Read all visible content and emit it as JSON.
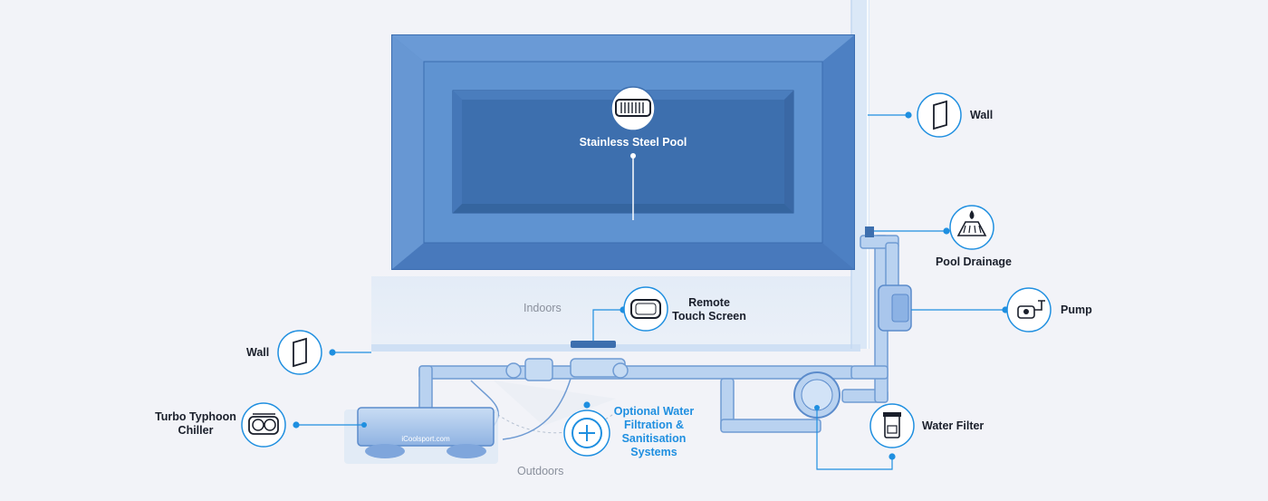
{
  "pool": {
    "label": "Stainless Steel Pool"
  },
  "zones": {
    "indoors": "Indoors",
    "outdoors": "Outdoors"
  },
  "callouts": {
    "wall_right": {
      "label": "Wall",
      "icon": "wall-panel-icon"
    },
    "pool_drainage": {
      "label": "Pool Drainage",
      "icon": "drainage-icon"
    },
    "pump": {
      "label": "Pump",
      "icon": "pump-icon"
    },
    "water_filter": {
      "label": "Water Filter",
      "icon": "filter-canister-icon"
    },
    "remote": {
      "line1": "Remote",
      "line2": "Touch Screen",
      "icon": "touch-screen-icon"
    },
    "wall_left": {
      "label": "Wall",
      "icon": "wall-panel-icon"
    },
    "chiller": {
      "line1": "Turbo Typhoon",
      "line2": "Chiller",
      "icon": "chiller-unit-icon"
    },
    "filtration": {
      "line1": "Optional Water",
      "line2": "Filtration &",
      "line3": "Sanitisation",
      "line4": "Systems",
      "icon": "plus-circle-icon"
    }
  },
  "chiller_brand": "iCoolsport.com",
  "colors": {
    "background": "#f2f3f8",
    "pool_outer": "#4a7fc1",
    "pool_inner": "#3d6fae",
    "pipe": "#a9c6ec",
    "accent": "#1f8fe0",
    "icon_stroke": "#1a1f2b"
  }
}
